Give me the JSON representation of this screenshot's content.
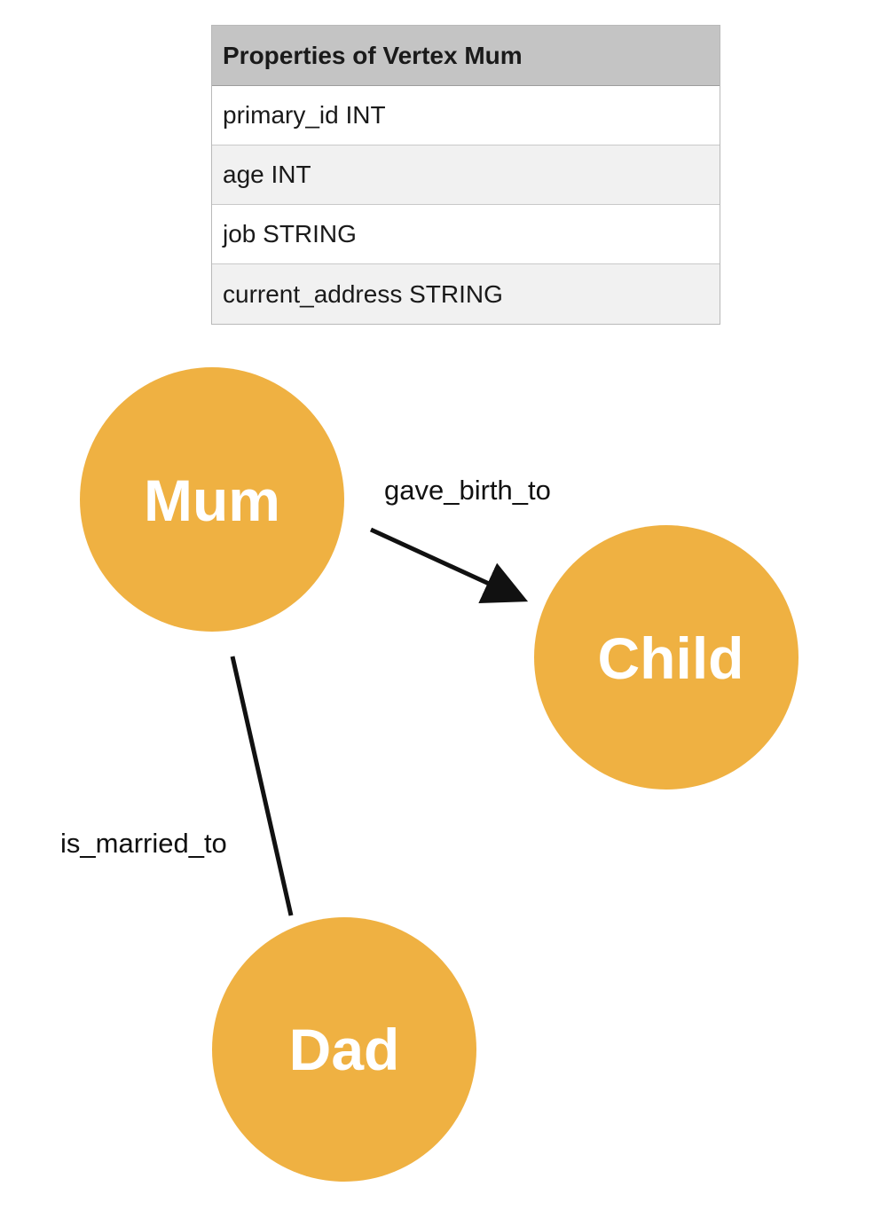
{
  "table": {
    "header": "Properties of Vertex Mum",
    "rows": [
      "primary_id INT",
      "age INT",
      "job STRING",
      "current_address STRING"
    ]
  },
  "nodes": {
    "mum": "Mum",
    "child": "Child",
    "dad": "Dad"
  },
  "edges": {
    "gave_birth_to": "gave_birth_to",
    "is_married_to": "is_married_to"
  },
  "colors": {
    "node_fill": "#EFB142",
    "node_text": "#FFFFFF",
    "edge": "#111111"
  }
}
